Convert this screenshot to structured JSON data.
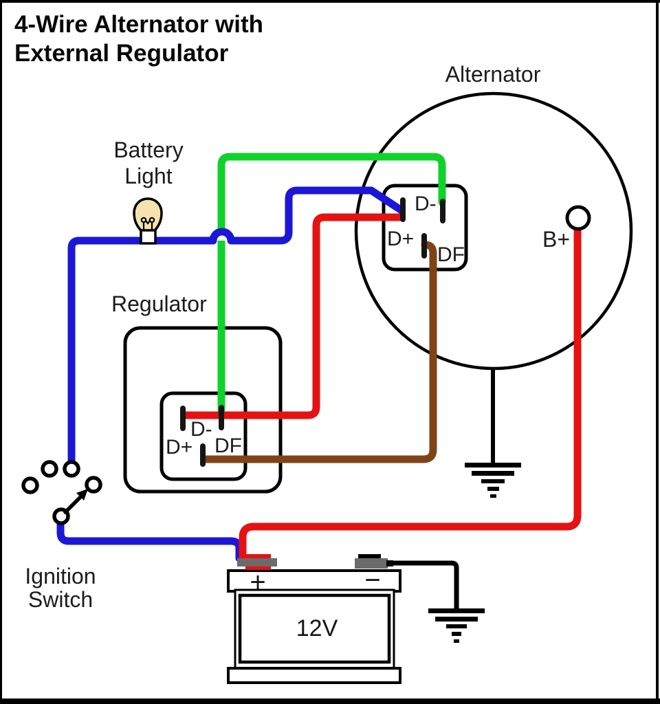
{
  "title": {
    "line1": "4-Wire Alternator with",
    "line2": "External Regulator"
  },
  "alternator": {
    "label": "Alternator",
    "bplus_label": "B+",
    "pins": {
      "dminus": "D-",
      "dplus": "D+",
      "df": "DF"
    }
  },
  "regulator": {
    "label": "Regulator",
    "pins": {
      "dminus": "D-",
      "dplus": "D+",
      "df": "DF"
    }
  },
  "battery_light": {
    "line1": "Battery",
    "line2": "Light"
  },
  "ignition_switch": {
    "line1": "Ignition",
    "line2": "Switch"
  },
  "battery": {
    "voltage": "12V",
    "positive": "+",
    "negative": "−"
  },
  "colors": {
    "background": "#ffffff",
    "wire-green": "#0fd32a",
    "wire-blue": "#1c17d6",
    "wire-red": "#e51212",
    "wire-brown": "#7f4318",
    "wire-black": "#000000",
    "bulb-fill": "#f5e2ae",
    "terminal-gray": "#6b6b6b",
    "ink": "#000000"
  }
}
